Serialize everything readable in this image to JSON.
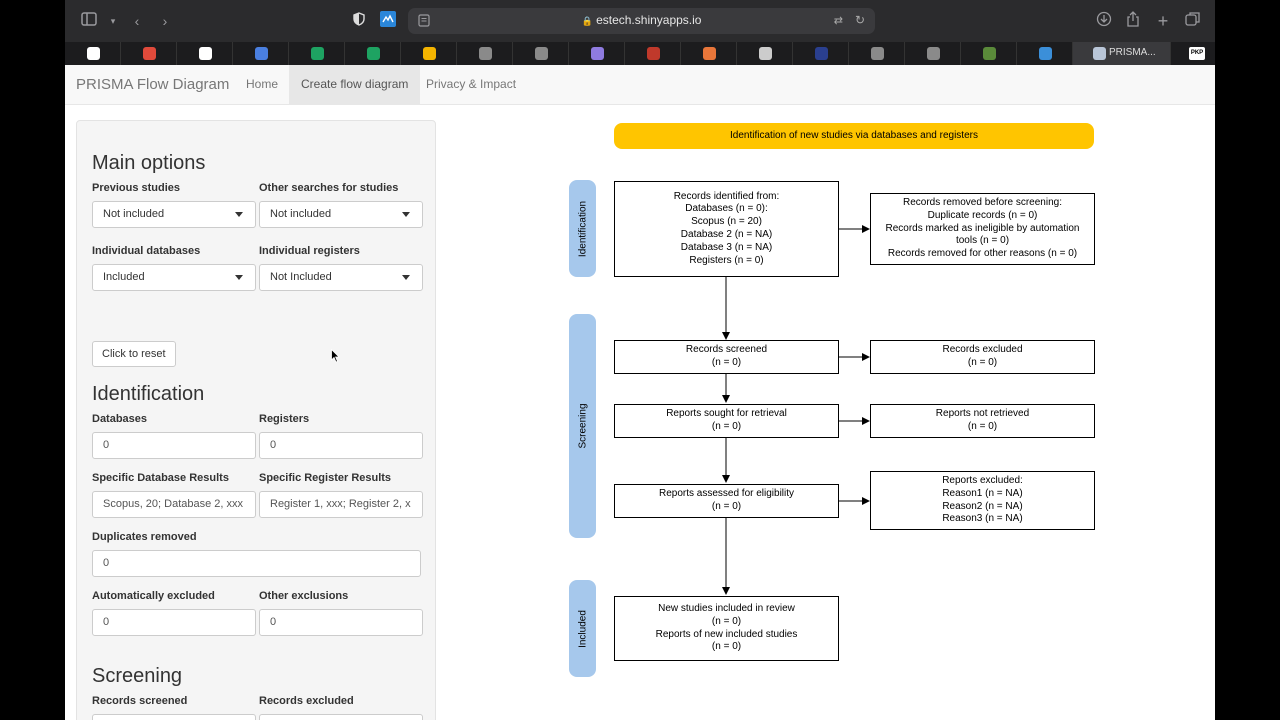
{
  "browser": {
    "url": "estech.shinyapps.io",
    "tabs": [
      {
        "icon": "google-icon",
        "color": "#ffffff"
      },
      {
        "icon": "gmail-icon",
        "color": "#e04a3b"
      },
      {
        "icon": "google-icon",
        "color": "#ffffff"
      },
      {
        "icon": "google-docs-icon",
        "color": "#4a7fe0"
      },
      {
        "icon": "google-sheets-icon",
        "color": "#1ea362"
      },
      {
        "icon": "google-sheets-icon",
        "color": "#1ea362"
      },
      {
        "icon": "google-drive-icon",
        "color": "#f4b400"
      },
      {
        "icon": "e-icon",
        "color": "#8a8a8a"
      },
      {
        "icon": "e-icon",
        "color": "#8a8a8a"
      },
      {
        "icon": "circle-icon",
        "color": "#8f7be0"
      },
      {
        "icon": "r-icon",
        "color": "#c0392b"
      },
      {
        "icon": "sjr-icon",
        "color": "#e8763a"
      },
      {
        "icon": "lock-icon",
        "color": "#cccccc"
      },
      {
        "icon": "usc-icon",
        "color": "#2a3f8f"
      },
      {
        "icon": "e-icon",
        "color": "#8a8a8a"
      },
      {
        "icon": "p-icon",
        "color": "#8a8a8a"
      },
      {
        "icon": "recycle-icon",
        "color": "#5a8a3a"
      },
      {
        "icon": "box-icon",
        "color": "#3b8fd9"
      }
    ],
    "active_tab_title": "PRISMA...",
    "last_tab_label": "PKP"
  },
  "nav": {
    "brand": "PRISMA Flow Diagram",
    "links": [
      "Home",
      "Create flow diagram",
      "Privacy & Impact"
    ]
  },
  "sidebar": {
    "main_title": "Main options",
    "previous_studies_label": "Previous studies",
    "previous_studies_value": "Not included",
    "other_searches_label": "Other searches for studies",
    "other_searches_value": "Not included",
    "individual_databases_label": "Individual databases",
    "individual_databases_value": "Included",
    "individual_registers_label": "Individual registers",
    "individual_registers_value": "Not Included",
    "reset_label": "Click to reset",
    "identification_title": "Identification",
    "databases_label": "Databases",
    "databases_value": "0",
    "registers_label": "Registers",
    "registers_value": "0",
    "spec_db_label": "Specific Database Results",
    "spec_db_value": "Scopus, 20; Database 2, xxx",
    "spec_reg_label": "Specific Register Results",
    "spec_reg_value": "Register 1, xxx; Register 2, x",
    "duplicates_label": "Duplicates removed",
    "duplicates_value": "0",
    "auto_excl_label": "Automatically excluded",
    "auto_excl_value": "0",
    "other_excl_label": "Other exclusions",
    "other_excl_value": "0",
    "screening_title": "Screening",
    "records_screened_label": "Records screened",
    "records_excluded_label": "Records excluded"
  },
  "diagram": {
    "header": "Identification of new studies via databases and registers",
    "stages": [
      "Identification",
      "Screening",
      "Included"
    ],
    "identified": [
      "Records identified from:",
      "Databases (n = 0):",
      "Scopus (n = 20)",
      "Database 2 (n = NA)",
      "Database 3 (n = NA)",
      "Registers (n = 0)"
    ],
    "removed": [
      "Records removed before screening:",
      "Duplicate records (n = 0)",
      "Records marked as ineligible by automation",
      "tools (n = 0)",
      "Records removed for other reasons (n = 0)"
    ],
    "screened": [
      "Records screened",
      "(n = 0)"
    ],
    "excluded": [
      "Records excluded",
      "(n = 0)"
    ],
    "sought": [
      "Reports sought for retrieval",
      "(n = 0)"
    ],
    "not_retrieved": [
      "Reports not retrieved",
      "(n = 0)"
    ],
    "assessed": [
      "Reports assessed for eligibility",
      "(n = 0)"
    ],
    "reports_excluded": [
      "Reports excluded:",
      "Reason1 (n = NA)",
      "Reason2 (n = NA)",
      "Reason3 (n = NA)"
    ],
    "included": [
      "New studies included in review",
      "(n = 0)",
      "Reports of new included studies",
      "(n = 0)"
    ],
    "colors": {
      "header": "#ffc500",
      "stage": "#a6c8ec"
    }
  }
}
